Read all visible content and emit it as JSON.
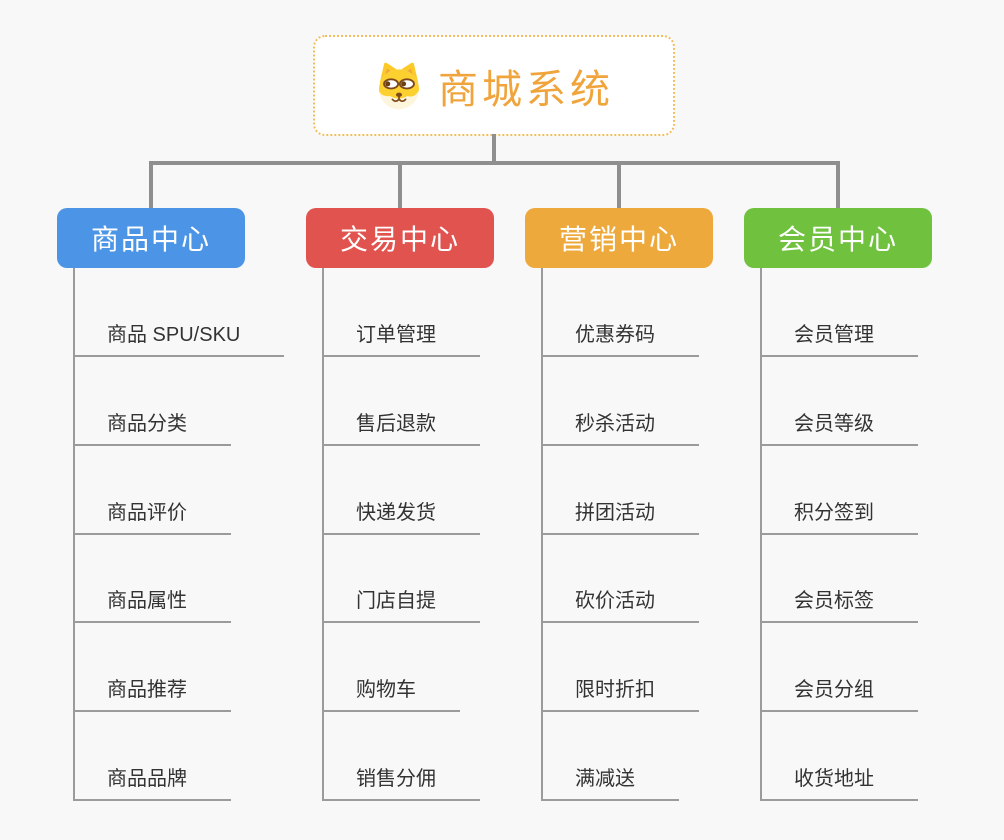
{
  "root": {
    "title": "商城系统",
    "icon": "dog-face-icon",
    "accent_color": "#f0a43c",
    "border_color": "#f3bd5e"
  },
  "connector_color": "#8f8f8f",
  "branches": [
    {
      "label": "商品中心",
      "color": "#4b94e6",
      "items": [
        "商品 SPU/SKU",
        "商品分类",
        "商品评价",
        "商品属性",
        "商品推荐",
        "商品品牌"
      ]
    },
    {
      "label": "交易中心",
      "color": "#e1534f",
      "items": [
        "订单管理",
        "售后退款",
        "快递发货",
        "门店自提",
        "购物车",
        "销售分佣"
      ]
    },
    {
      "label": "营销中心",
      "color": "#eda93c",
      "items": [
        "优惠券码",
        "秒杀活动",
        "拼团活动",
        "砍价活动",
        "限时折扣",
        "满减送"
      ]
    },
    {
      "label": "会员中心",
      "color": "#6fc13e",
      "items": [
        "会员管理",
        "会员等级",
        "积分签到",
        "会员标签",
        "会员分组",
        "收货地址"
      ]
    }
  ]
}
